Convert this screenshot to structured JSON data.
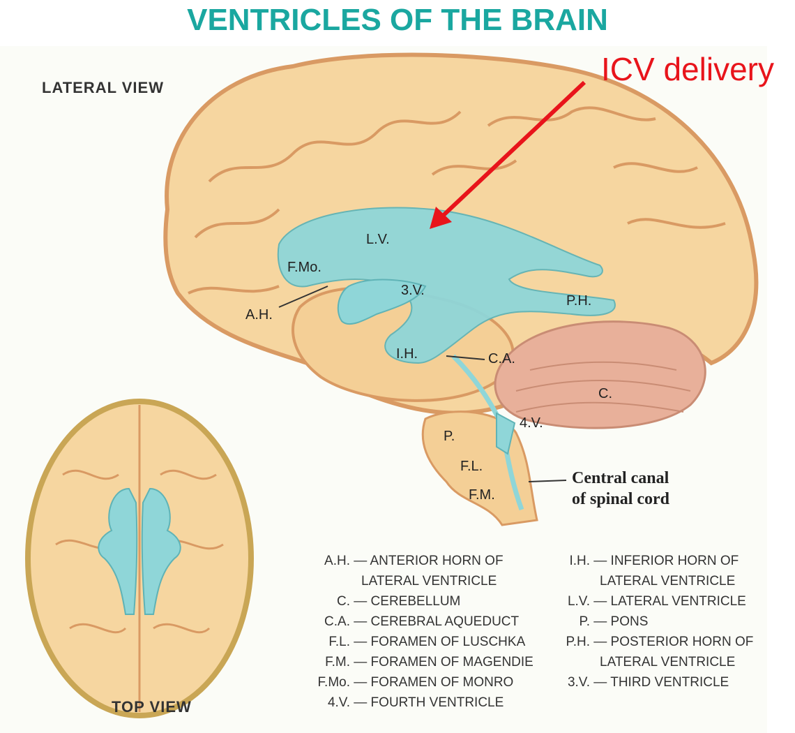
{
  "title": "VENTRICLES OF THE BRAIN",
  "lateral_view_label": "LATERAL VIEW",
  "top_view_label": "TOP VIEW",
  "annotation": "ICV delivery",
  "labels": {
    "lv": "L.V.",
    "fmo": "F.Mo.",
    "ah": "A.H.",
    "v3": "3.V.",
    "ph": "P.H.",
    "ih": "I.H.",
    "ca": "C.A.",
    "c": "C.",
    "v4": "4.V.",
    "p": "P.",
    "fl": "F.L.",
    "fm": "F.M.",
    "canal_line1": "Central canal",
    "canal_line2": "of spinal cord"
  },
  "legend_left": [
    {
      "abbr": "A.H.",
      "text": "— ANTERIOR HORN OF"
    },
    {
      "abbr": "",
      "text": "LATERAL VENTRICLE"
    },
    {
      "abbr": "C.",
      "text": "— CEREBELLUM"
    },
    {
      "abbr": "C.A.",
      "text": "— CEREBRAL AQUEDUCT"
    },
    {
      "abbr": "F.L.",
      "text": "— FORAMEN OF LUSCHKA"
    },
    {
      "abbr": "F.M.",
      "text": "— FORAMEN OF MAGENDIE"
    },
    {
      "abbr": "F.Mo.",
      "text": "— FORAMEN OF MONRO"
    },
    {
      "abbr": "4.V.",
      "text": "— FOURTH VENTRICLE"
    }
  ],
  "legend_right": [
    {
      "abbr": "I.H.",
      "text": "— INFERIOR HORN OF"
    },
    {
      "abbr": "",
      "text": "LATERAL VENTRICLE"
    },
    {
      "abbr": "L.V.",
      "text": "— LATERAL VENTRICLE"
    },
    {
      "abbr": "P.",
      "text": "— PONS"
    },
    {
      "abbr": "P.H.",
      "text": "— POSTERIOR HORN OF"
    },
    {
      "abbr": "",
      "text": "LATERAL VENTRICLE"
    },
    {
      "abbr": "3.V.",
      "text": "— THIRD VENTRICLE"
    }
  ],
  "colors": {
    "title": "#1aa7a0",
    "arrow": "#e8141b",
    "brain": "#f6d6a0",
    "brain_outline": "#d99a63",
    "ventricle": "#8fd6d8",
    "cerebellum": "#e8b09a"
  }
}
